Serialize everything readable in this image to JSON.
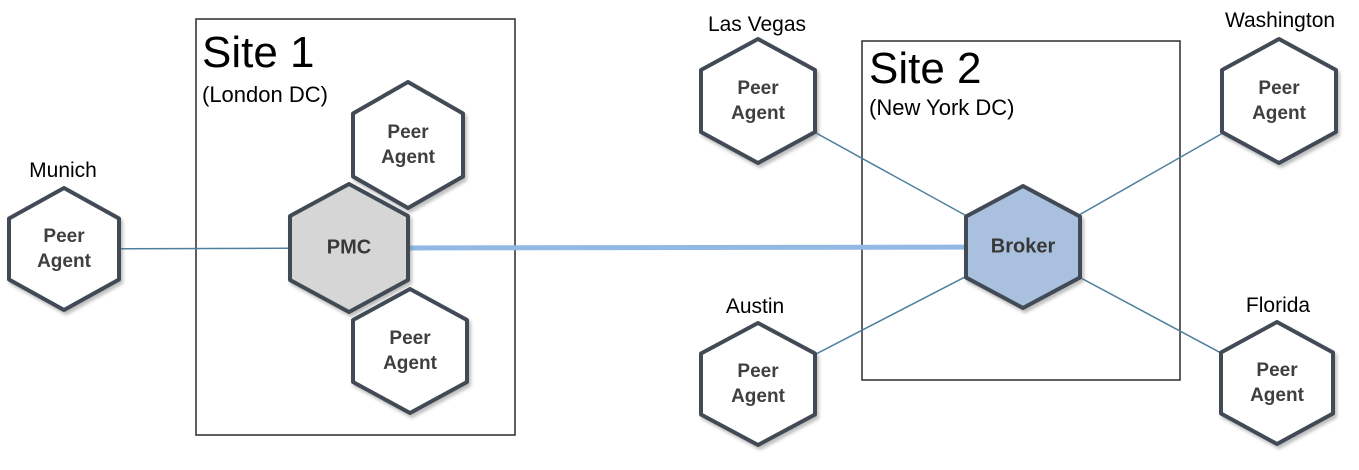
{
  "sites": {
    "site1": {
      "title": "Site 1",
      "subtitle": "(London DC)"
    },
    "site2": {
      "title": "Site 2",
      "subtitle": "(New York DC)"
    }
  },
  "nodes": {
    "munich": {
      "city": "Munich",
      "label": "Peer\nAgent"
    },
    "site1_peer_top": {
      "label": "Peer\nAgent"
    },
    "pmc": {
      "label": "PMC"
    },
    "site1_peer_bottom": {
      "label": "Peer\nAgent"
    },
    "las_vegas": {
      "city": "Las Vegas",
      "label": "Peer\nAgent"
    },
    "austin": {
      "city": "Austin",
      "label": "Peer\nAgent"
    },
    "broker": {
      "label": "Broker"
    },
    "washington": {
      "city": "Washington",
      "label": "Peer\nAgent"
    },
    "florida": {
      "city": "Florida",
      "label": "Peer\nAgent"
    }
  },
  "colors": {
    "hexagon_border": "#414a55",
    "peer_fill": "#ffffff",
    "pmc_fill": "#d6d6d6",
    "broker_fill": "#a9c0de",
    "thin_link": "#4d7f9e",
    "thick_link": "#92b9e4",
    "box_border": "#2b2b2b",
    "hex_label_text": "#3f3f3f",
    "title_text": "#000000"
  }
}
